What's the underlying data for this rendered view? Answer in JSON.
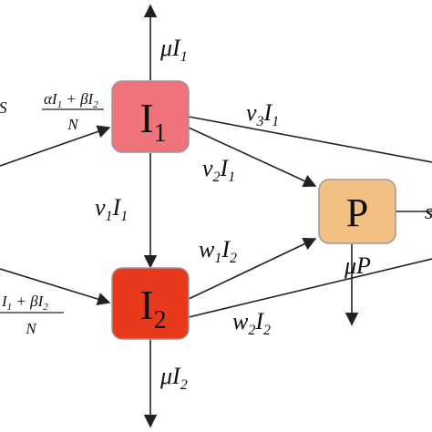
{
  "nodes": {
    "i1": {
      "label": "I",
      "sub": "1",
      "fill": "#f0727a"
    },
    "i2": {
      "label": "I",
      "sub": "2",
      "fill": "#e8391c"
    },
    "p": {
      "label": "P",
      "fill": "#f2c083"
    }
  },
  "edges": {
    "mu_i1": {
      "coef": "μI",
      "sub": "1"
    },
    "v3_i1": {
      "coef": "v",
      "coef_sub": "3",
      "var": "I",
      "var_sub": "1"
    },
    "v2_i1": {
      "coef": "v",
      "coef_sub": "2",
      "var": "I",
      "var_sub": "1"
    },
    "v1_i1": {
      "coef": "v",
      "coef_sub": "1",
      "var": "I",
      "var_sub": "1"
    },
    "w1_i2": {
      "coef": "w",
      "coef_sub": "1",
      "var": "I",
      "var_sub": "2"
    },
    "w2_i2": {
      "coef": "w",
      "coef_sub": "2",
      "var": "I",
      "var_sub": "2"
    },
    "mu_p": {
      "text": "μP"
    },
    "mu_i2": {
      "coef": "μI",
      "sub": "2"
    },
    "inflow_top": {
      "prefix": "ρS",
      "num_a": "αI",
      "num_a_sub": "1",
      "plus": " + βI",
      "num_b_sub": "2",
      "den": "N"
    },
    "inflow_bottom": {
      "num_a": "I",
      "num_a_sub": "1",
      "plus": " + βI",
      "num_b_sub": "2",
      "den": "N"
    }
  }
}
